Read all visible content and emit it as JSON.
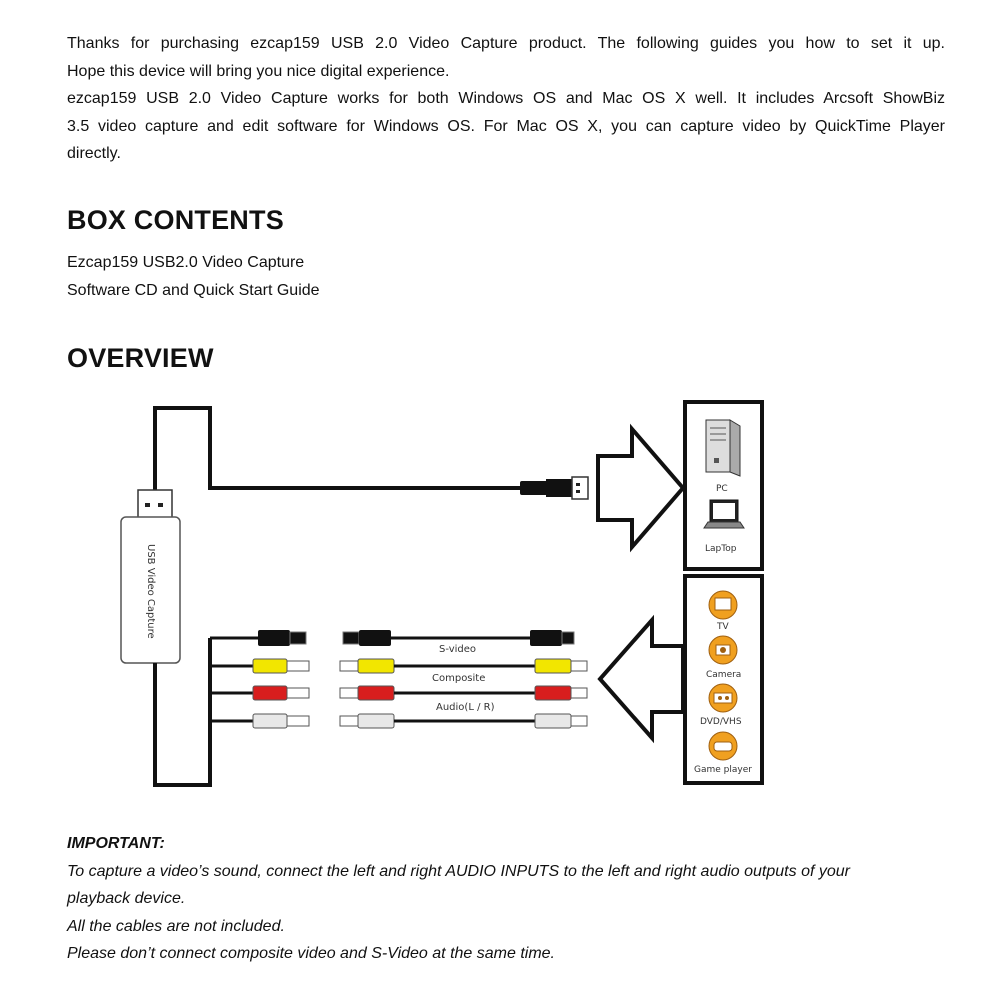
{
  "intro": {
    "line1": "Thanks for purchasing ezcap159 USB 2.0 Video Capture product. The following guides you how to set it up.",
    "line2": "Hope this device will bring you nice digital experience.",
    "line3": "ezcap159 USB 2.0 Video Capture works for both Windows OS and Mac OS X well. It includes Arcsoft ShowBiz",
    "line4": "3.5 video capture and edit software for Windows OS. For Mac OS X, you can capture video by QuickTime Player",
    "line5": "directly."
  },
  "box_contents": {
    "heading": "BOX CONTENTS",
    "items": [
      "Ezcap159 USB2.0 Video Capture",
      "Software CD and Quick Start Guide"
    ]
  },
  "overview": {
    "heading": "OVERVIEW",
    "device_label": "USB Video Capture",
    "cable_labels": [
      "S-video",
      "Composite",
      "Audio(L / R)"
    ],
    "pc_targets": [
      "PC",
      "LapTop"
    ],
    "source_devices": [
      "TV",
      "Camera",
      "DVD/VHS",
      "Game player"
    ],
    "colors": {
      "svideo": "#111111",
      "yellow": "#f2e600",
      "red": "#d81e1e",
      "white": "#e8e8e8",
      "device_orange": "#f0a020"
    }
  },
  "important": {
    "title": "IMPORTANT:",
    "line1": "To capture a video’s sound, connect the left and right AUDIO INPUTS to the left and right audio outputs of your",
    "line2": "playback device.",
    "line3": "All the cables are not included.",
    "line4": "Please don’t connect composite video and S-Video at the same time."
  }
}
